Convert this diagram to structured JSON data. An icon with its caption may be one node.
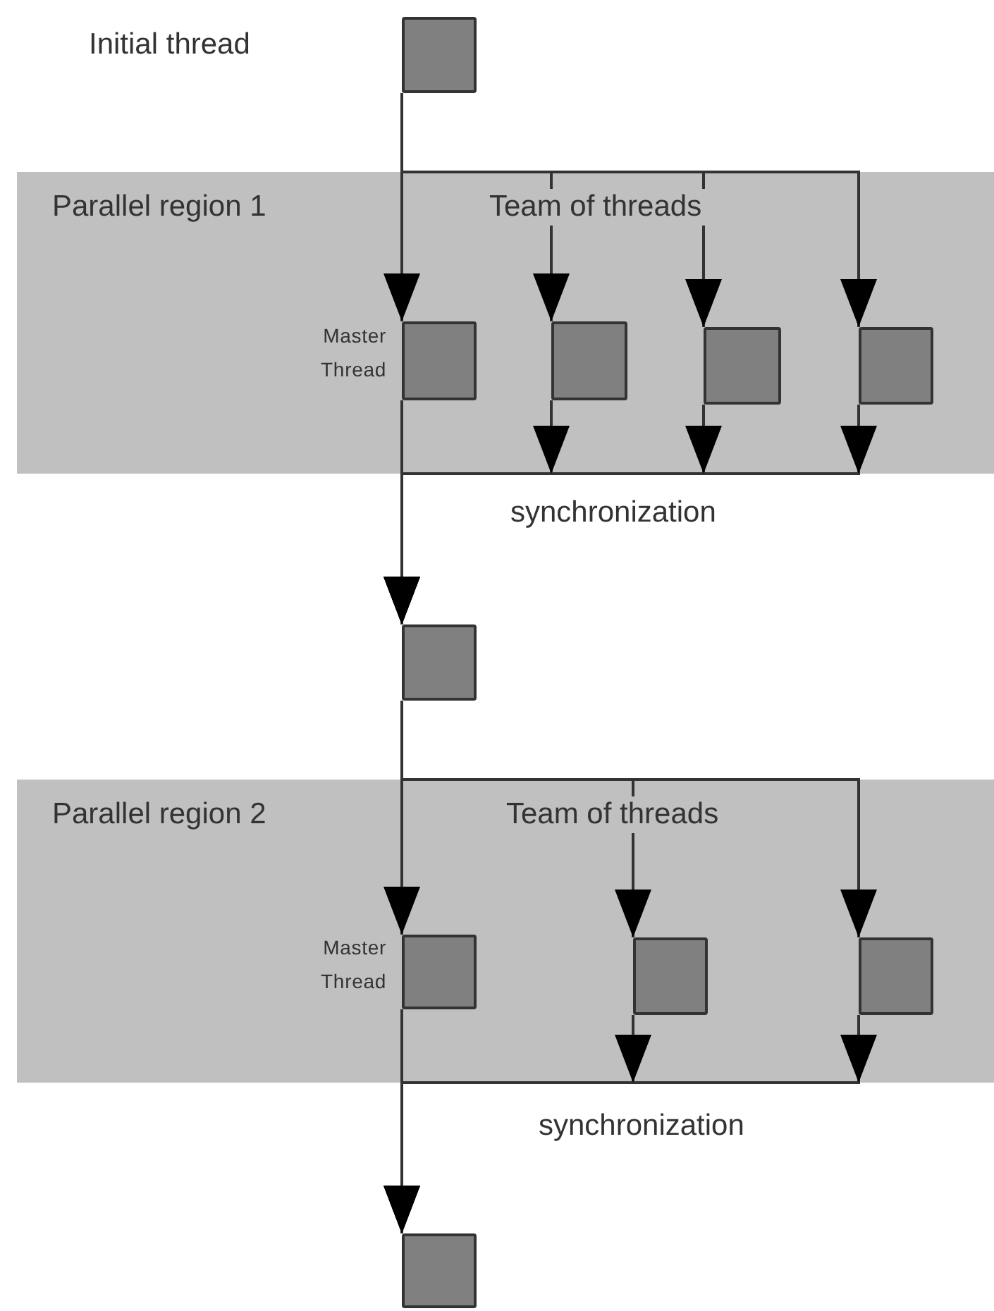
{
  "diagram": {
    "nodes": [
      {
        "text": [],
        "shape": "box"
      },
      {
        "text": [
          "Parallel region 1",
          "Team of threads"
        ]
      },
      {
        "text": [],
        "shape": "box",
        "in": 1,
        "beside": [
          "Master Thread"
        ]
      },
      {
        "text": [],
        "shape": "box",
        "in": 1
      },
      {
        "text": [],
        "shape": "box",
        "in": 1
      },
      {
        "text": [],
        "shape": "box",
        "in": 1
      },
      {
        "text": [],
        "shape": "box"
      },
      {
        "text": [
          "Parallel region 2",
          "Team of threads"
        ]
      },
      {
        "text": [],
        "shape": "box",
        "in": 7,
        "beside": [
          "Master Thread"
        ]
      },
      {
        "text": [],
        "shape": "box",
        "in": 7
      },
      {
        "text": [],
        "shape": "box",
        "in": 7
      },
      {
        "text": [],
        "shape": "box"
      }
    ],
    "edges": [
      {
        "from": 0,
        "to": 2,
        "arrow": "to"
      },
      {
        "from": 0,
        "to": 3,
        "arrow": "to"
      },
      {
        "from": 0,
        "to": 4,
        "arrow": "to"
      },
      {
        "from": 0,
        "to": 5,
        "arrow": "to"
      },
      {
        "from": 2,
        "to": 6,
        "arrow": "to"
      },
      {
        "from": 3,
        "to": 6,
        "arrow": "to"
      },
      {
        "from": 4,
        "to": 6,
        "arrow": "to"
      },
      {
        "from": 5,
        "to": 6,
        "arrow": "to"
      },
      {
        "from": 6,
        "to": 8,
        "arrow": "to"
      },
      {
        "from": 6,
        "to": 9,
        "arrow": "to"
      },
      {
        "from": 6,
        "to": 10,
        "arrow": "to"
      },
      {
        "from": 8,
        "to": 11,
        "arrow": "to"
      },
      {
        "from": 9,
        "to": 11,
        "arrow": "to"
      },
      {
        "from": 10,
        "to": 11,
        "arrow": "to"
      }
    ],
    "labels": [
      "Initial thread",
      "synchronization",
      "synchronization"
    ]
  }
}
